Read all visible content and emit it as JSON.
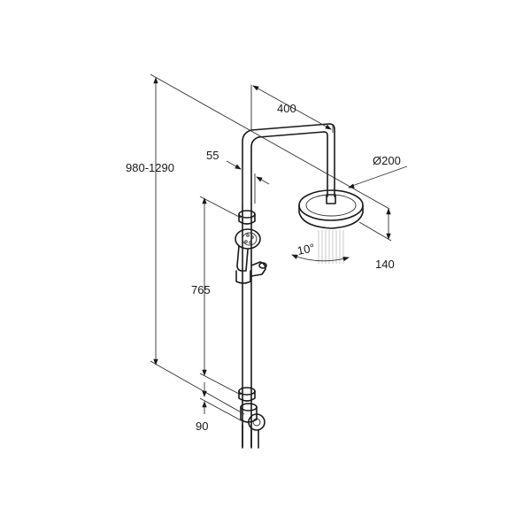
{
  "diagram": {
    "dimensions": {
      "total_height": "980-1290",
      "arm_length": "400",
      "wall_offset": "55",
      "head_diameter": "Ø200",
      "head_depth": "140",
      "tilt_angle": "10°",
      "slide_rail_height": "765",
      "bottom_height": "90"
    }
  }
}
